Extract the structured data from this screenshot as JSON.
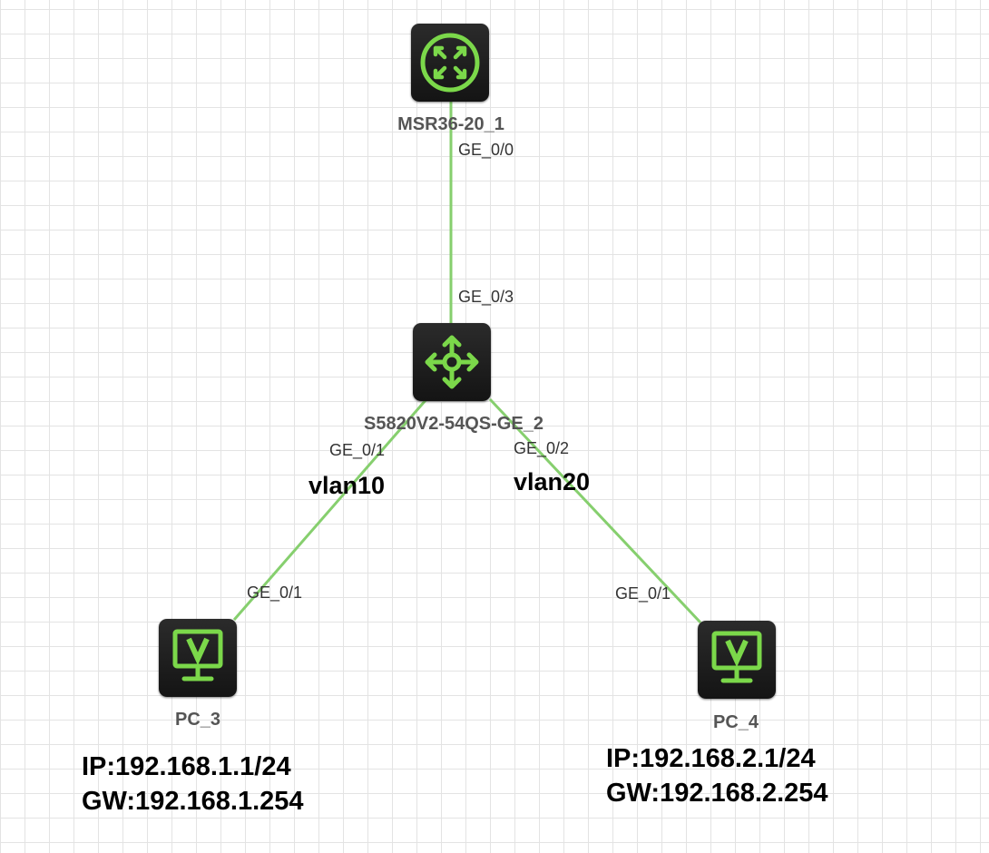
{
  "accent_color": "#7bd84a",
  "link_color": "#86cf6e",
  "devices": {
    "router": {
      "name": "MSR36-20_1",
      "icon": "router-icon"
    },
    "switch": {
      "name": "S5820V2-54QS-GE_2",
      "icon": "switch-icon"
    },
    "pc3": {
      "name": "PC_3",
      "icon": "pc-monitor-icon"
    },
    "pc4": {
      "name": "PC_4",
      "icon": "pc-monitor-icon"
    }
  },
  "ports": {
    "router_down": "GE_0/0",
    "switch_up": "GE_0/3",
    "switch_left": "GE_0/1",
    "switch_right": "GE_0/2",
    "pc3_up": "GE_0/1",
    "pc4_up": "GE_0/1"
  },
  "vlans": {
    "left": "vlan10",
    "right": "vlan20"
  },
  "hosts": {
    "pc3": {
      "ip": "IP:192.168.1.1/24",
      "gw": "GW:192.168.1.254"
    },
    "pc4": {
      "ip": "IP:192.168.2.1/24",
      "gw": "GW:192.168.2.254"
    }
  }
}
